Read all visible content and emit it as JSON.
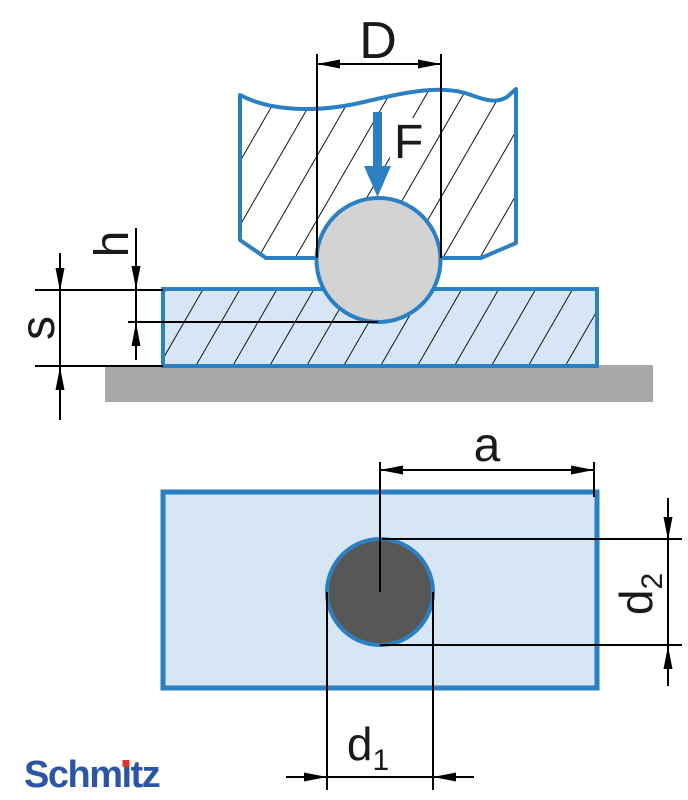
{
  "diagram": {
    "section_view": {
      "labels": {
        "ball_diameter": "D",
        "force": "F",
        "indentation_depth": "h",
        "sheet_thickness": "s"
      }
    },
    "plan_view": {
      "labels": {
        "edge_distance": "a",
        "indent_diameter_1_base": "d",
        "indent_diameter_1_sub": "1",
        "indent_diameter_2_base": "d",
        "indent_diameter_2_sub": "2"
      }
    }
  },
  "logo": {
    "full_text": "Schmitz",
    "part_before_i": "Schm",
    "i_dotless": "ı",
    "part_after_i": "tz"
  },
  "colors": {
    "outline_blue": "#2b80c4",
    "material_fill": "#d6e6f5",
    "ball_fill": "#d3d3d3",
    "indentation_fill": "#575756",
    "anvil_gray": "#a9a9a9",
    "hatch_line": "#141414",
    "dimension_line": "#000000",
    "logo_blue": "#2d55a5",
    "logo_dot_red": "#e5332a"
  }
}
